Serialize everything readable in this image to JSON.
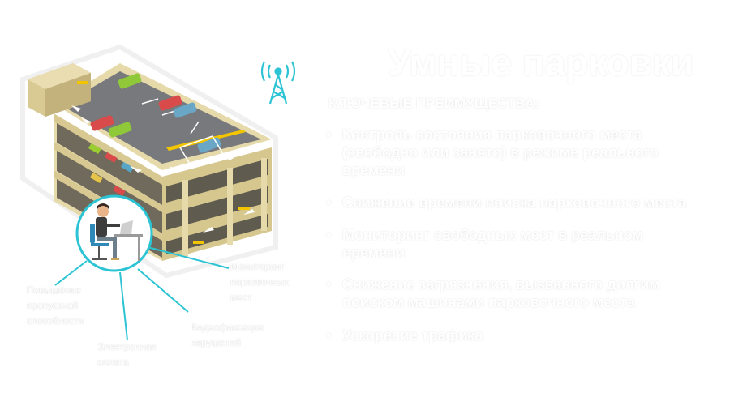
{
  "slide": {
    "title": "Умные парковки",
    "subtitle": "КЛЮЧЕВЫЕ ПРЕИМУЩЕСТВА:",
    "benefits": [
      "Контроль состояния парковочного места (свободно или занято) в режиме реального времени",
      "Снижение времени поиска парковочного места",
      "Мониторинг свободных мест в реальном времени",
      "Снижение загрязнения, вызванного долгим поиском машинами парковочного места",
      "Ускорение трафика"
    ],
    "callouts": {
      "monitoring": "Мониторинг парковочных мест",
      "capacity": "Повышение пропускной способности",
      "payment": "Электронная оплата",
      "video": "Видеофиксация нарушений"
    }
  },
  "colors": {
    "building": "#e4d7a8",
    "building_dark": "#bfae78",
    "asphalt": "#7b7d80",
    "accent_line": "#2cc4d4",
    "tower": "#2cc4d4"
  },
  "icons": [
    "parking-garage-illustration",
    "radio-tower-icon",
    "operator-at-desk-icon"
  ]
}
